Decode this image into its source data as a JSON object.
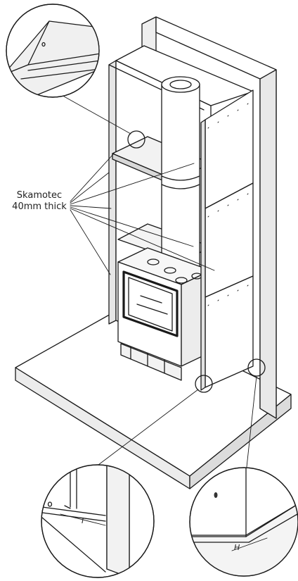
{
  "annotation": {
    "line1": "Skamotec",
    "line2": "40mm thick"
  },
  "details": {
    "left_dimension": "I",
    "right_dimension": "H"
  },
  "colors": {
    "stroke": "#1a1a1a",
    "fill": "#ffffff",
    "shade": "#e6e6e6",
    "dark": "#555555"
  }
}
